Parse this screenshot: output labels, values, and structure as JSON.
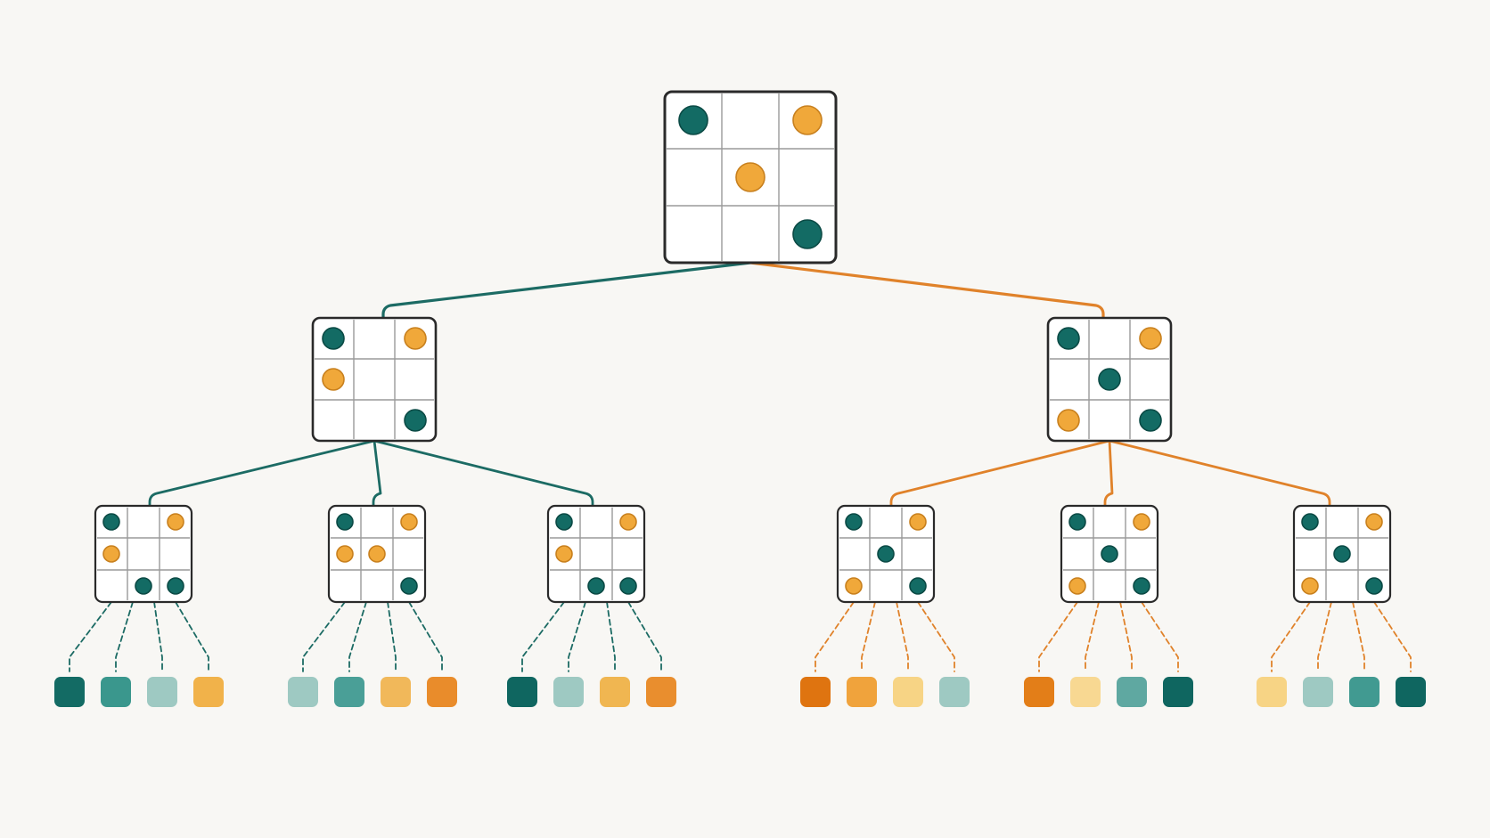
{
  "colors": {
    "background": "#f8f7f4",
    "teal": "#136b64",
    "orange": "#f0a83a",
    "edge_teal": "#1c6b64",
    "edge_orange": "#e0822a",
    "grid_border": "#2a2a2a",
    "grid_line": "#9a9a9a",
    "cell_fill": "#ffffff"
  },
  "tree": {
    "root": {
      "board": [
        [
          "teal",
          "",
          "orange"
        ],
        [
          "",
          "orange",
          ""
        ],
        [
          "",
          "",
          "teal"
        ]
      ],
      "children": [
        {
          "edge": "teal",
          "board": [
            [
              "teal",
              "",
              "orange"
            ],
            [
              "orange",
              "",
              ""
            ],
            [
              "",
              "",
              "teal"
            ]
          ],
          "children": [
            {
              "board": [
                [
                  "teal",
                  "",
                  "orange"
                ],
                [
                  "orange",
                  "",
                  ""
                ],
                [
                  "",
                  "teal",
                  "teal"
                ]
              ],
              "outcomes": [
                "#136b64",
                "#3a978d",
                "#9ec9c2",
                "#f1b24a"
              ]
            },
            {
              "board": [
                [
                  "teal",
                  "",
                  "orange"
                ],
                [
                  "orange",
                  "orange",
                  ""
                ],
                [
                  "",
                  "",
                  "teal"
                ]
              ],
              "outcomes": [
                "#9ec9c2",
                "#4a9f97",
                "#f1b85a",
                "#e98c2b"
              ]
            },
            {
              "board": [
                [
                  "teal",
                  "",
                  "orange"
                ],
                [
                  "orange",
                  "",
                  ""
                ],
                [
                  "",
                  "teal",
                  "teal"
                ]
              ],
              "outcomes": [
                "#0f6660",
                "#9ec9c2",
                "#f0b651",
                "#e98e2e"
              ]
            }
          ]
        },
        {
          "edge": "orange",
          "board": [
            [
              "teal",
              "",
              "orange"
            ],
            [
              "",
              "teal",
              ""
            ],
            [
              "orange",
              "",
              "teal"
            ]
          ],
          "children": [
            {
              "board": [
                [
                  "teal",
                  "",
                  "orange"
                ],
                [
                  "",
                  "teal",
                  ""
                ],
                [
                  "orange",
                  "",
                  "teal"
                ]
              ],
              "outcomes": [
                "#df7410",
                "#f0a33c",
                "#f7d485",
                "#9ec9c2"
              ]
            },
            {
              "board": [
                [
                  "teal",
                  "",
                  "orange"
                ],
                [
                  "",
                  "teal",
                  ""
                ],
                [
                  "orange",
                  "",
                  "teal"
                ]
              ],
              "outcomes": [
                "#e37e18",
                "#f8d892",
                "#5fa8a1",
                "#0f6660"
              ]
            },
            {
              "board": [
                [
                  "teal",
                  "",
                  "orange"
                ],
                [
                  "",
                  "teal",
                  ""
                ],
                [
                  "orange",
                  "",
                  "teal"
                ]
              ],
              "outcomes": [
                "#f7d485",
                "#9ec9c2",
                "#419a91",
                "#0f6660"
              ]
            }
          ]
        }
      ]
    }
  }
}
